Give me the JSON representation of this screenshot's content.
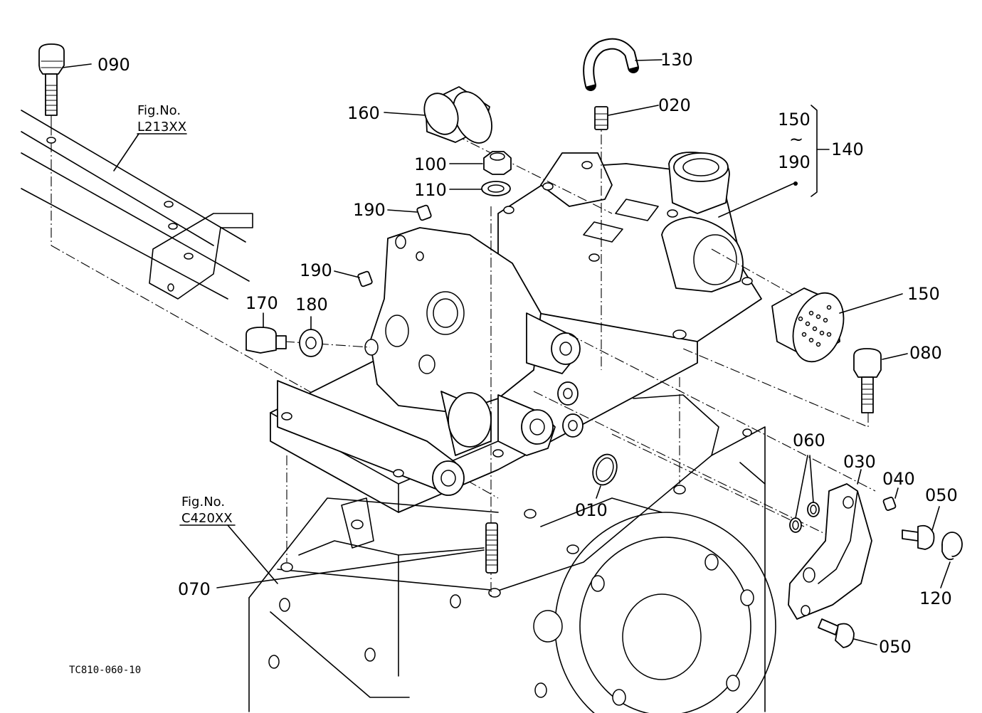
{
  "figure_refs": {
    "upper": {
      "label": "Fig.No.",
      "code": "L213XX"
    },
    "lower": {
      "label": "Fig.No.",
      "code": "C420XX"
    }
  },
  "callouts": {
    "c090": "090",
    "c130": "130",
    "c020": "020",
    "c160": "160",
    "c100": "100",
    "c110": "110",
    "c190a": "190",
    "c190b": "190",
    "c170": "170",
    "c180": "180",
    "c150_range_top": "150",
    "c_range_tilde": "~",
    "c190_range_bottom": "190",
    "c140": "140",
    "c150": "150",
    "c080": "080",
    "c060": "060",
    "c030": "030",
    "c040": "040",
    "c050a": "050",
    "c120": "120",
    "c050b": "050",
    "c010": "010",
    "c070": "070"
  },
  "drawing_code": "TC810-060-10"
}
